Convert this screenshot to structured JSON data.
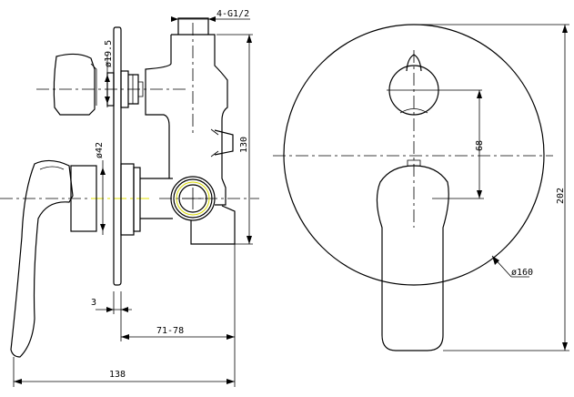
{
  "drawing": {
    "side_view": {
      "thread_label": "4-G1/2",
      "small_dia_label": "ø19.5",
      "large_dia_label": "ø42",
      "height_label": "130",
      "plate_label": "3",
      "depth_range_label": "71-78",
      "total_depth_label": "138"
    },
    "front_view": {
      "spacing_label": "68",
      "plate_dia_label": "ø160",
      "total_height_label": "202"
    }
  }
}
